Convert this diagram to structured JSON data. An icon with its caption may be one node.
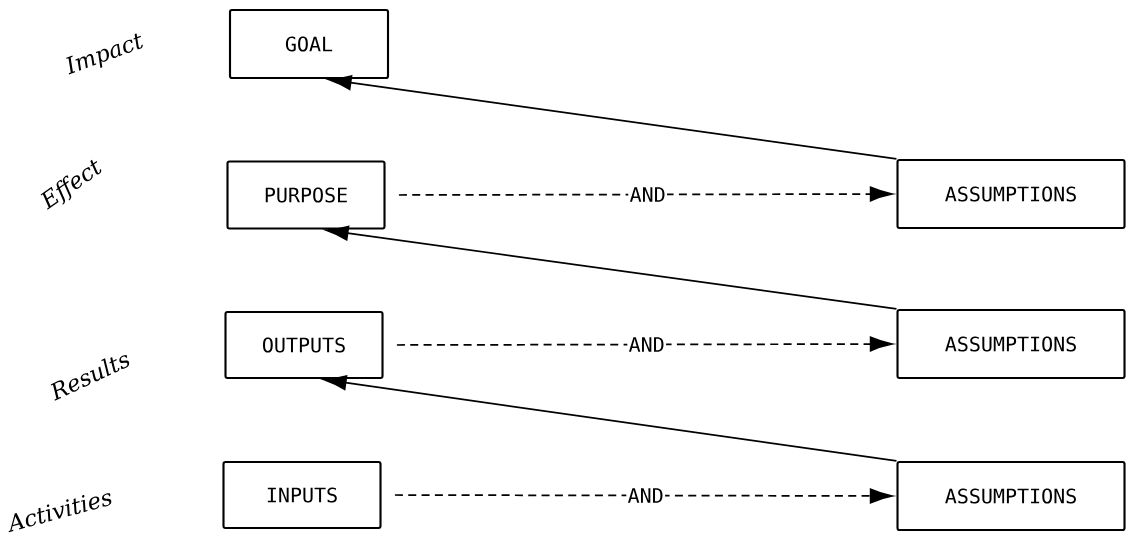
{
  "diagram": {
    "nodes": [
      {
        "text": [
          "GOAL"
        ]
      },
      {
        "text": [
          "PURPOSE"
        ]
      },
      {
        "text": [
          "ASSUMPTIONS"
        ]
      },
      {
        "text": [
          "OUTPUTS"
        ]
      },
      {
        "text": [
          "ASSUMPTIONS"
        ]
      },
      {
        "text": [
          "INPUTS"
        ]
      },
      {
        "text": [
          "ASSUMPTIONS"
        ]
      }
    ],
    "edges": [
      {
        "from": 2,
        "to": 0,
        "arrow": "to"
      },
      {
        "from": 1,
        "to": 2,
        "arrow": "to",
        "label": "AND",
        "style": "dashed"
      },
      {
        "from": 4,
        "to": 1,
        "arrow": "to"
      },
      {
        "from": 3,
        "to": 4,
        "arrow": "to",
        "label": "AND",
        "style": "dashed"
      },
      {
        "from": 6,
        "to": 3,
        "arrow": "to"
      },
      {
        "from": 5,
        "to": 6,
        "arrow": "to",
        "label": "AND",
        "style": "dashed"
      }
    ],
    "labels": [
      "Impact",
      "Effect",
      "Results",
      "Activities"
    ]
  }
}
